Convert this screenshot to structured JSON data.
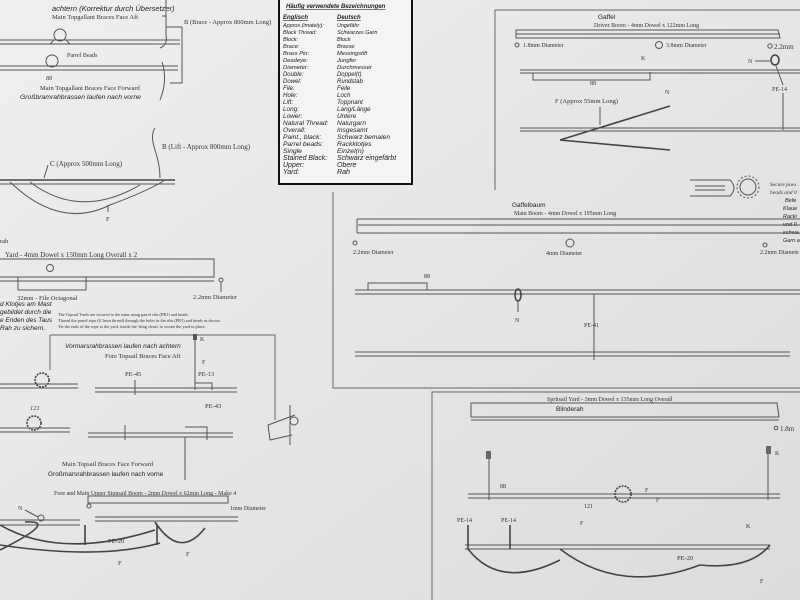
{
  "glossary": {
    "title": "Häufig verwendete Bezeichnungen",
    "col_en": "Englisch",
    "col_de": "Deutsch",
    "rows": [
      {
        "en": "Approx.(imately):",
        "de": "Ungefähr"
      },
      {
        "en": "Black Thread:",
        "de": "Schwarzes Garn"
      },
      {
        "en": "Block:",
        "de": "Block"
      },
      {
        "en": "Brace:",
        "de": "Brasse"
      },
      {
        "en": "Brass Pin:",
        "de": "Messingstift"
      },
      {
        "en": "Deadeye:",
        "de": "Jungfer"
      },
      {
        "en": "Diameter:",
        "de": "Durchmesser"
      },
      {
        "en": "Double:",
        "de": "Doppel(t)"
      },
      {
        "en": "Dowel:",
        "de": "Rundstab"
      },
      {
        "en": "File:",
        "de": "Feile"
      },
      {
        "en": "Hole:",
        "de": "Loch"
      },
      {
        "en": "Lift:",
        "de": "Toppnant"
      },
      {
        "en": "Long:",
        "de": "Lang/Länge"
      },
      {
        "en": "Lower:",
        "de": "Untere"
      },
      {
        "en": "Natural Thread:",
        "de": "Naturgarn"
      },
      {
        "en": "Overall:",
        "de": "Insgesamt"
      },
      {
        "en": "Paint., black:",
        "de": "Schwarz bemalen"
      },
      {
        "en": "Parrel beads:",
        "de": "Rackklotjes"
      },
      {
        "en": "Single",
        "de": "Einzel(n)"
      },
      {
        "en": "Stained Black:",
        "de": "Schwarz eingefärbt"
      },
      {
        "en": "Upper:",
        "de": "Obere"
      },
      {
        "en": "Yard:",
        "de": "Rah"
      }
    ]
  },
  "topgallant": {
    "note_de": "achtern (Korrektur durch Übersetzer)",
    "face_aft": "Main Topgallant Braces Face Aft",
    "brace": "B (Brace - Approx 800mm Long)",
    "parrel_beads": "Parrel Beads",
    "part_88": "88",
    "face_forward": "Main Topgallant Braces Face Forward",
    "face_forward_de": "Großbramrahbrassen laufen nach vorne",
    "lift": "B (Lift - Approx 800mm Long)",
    "c_label": "C (Approx 500mm Long)",
    "f_label": "F"
  },
  "topsail": {
    "name_de": "rah",
    "title": "Yard - 4mm Dowel x 150mm Long Overall x 2",
    "file": "32mm - File Octagonal",
    "diameter": "2.2mm Diameter",
    "note_de": [
      "d Klotjes am Mast",
      "gebildet durch die",
      "e Enden des Taus",
      "Rah zu sichern."
    ],
    "note_en": [
      "The Topsail Yards are secured to the mast using parrel ribs (PR1) and beads.",
      "Thread the parrel rope (0.1mm thread) through the holes in the ribs (PR1) and beads as shown.",
      "Tie the ends of the rope to the yard, inside the 'sling cleats' to secure the yard in place."
    ],
    "k": "K",
    "fore_de": "Vormarsrahbrassen laufen nach achtern",
    "fore_aft": "Fore Topsail Braces Face Aft",
    "f": "F",
    "pe45": "PE-45",
    "pe13": "PE-13",
    "pe43": "PE-43",
    "part_121": "121",
    "main_forward": "Main Topsail Braces Face Forward",
    "main_forward_de": "Großmarsrahbrassen laufen nach vorne"
  },
  "stunsail": {
    "title": "Fore and Main Upper Stunsail Boom - 2mm Dowel x 62mm Long - Make 4",
    "diameter": "1mm Diameter",
    "n": "N",
    "pe20": "PE-20",
    "f1": "F",
    "f2": "F"
  },
  "gaffel": {
    "name_de": "Gaffel",
    "title": "Driver Boom - 4mm Dowel x 122mm Long",
    "d1": "1.8mm Diameter",
    "d2": "3.8mm Diameter",
    "d3": "2.2mm",
    "k": "K",
    "n": "N",
    "part_88": "88",
    "pe14": "PE-14",
    "f_label": "F (Approx 55mm Long)",
    "n2": "N",
    "jaws_en": [
      "Secure jaws",
      "beads and 0"
    ],
    "jaws_de": [
      "Befe",
      "Klaue",
      "Racki",
      "und 0",
      "schwa",
      "Garn a"
    ],
    "d4": "2.2mm Diamete"
  },
  "gaffelbaum": {
    "name_de": "Gaffelbaum",
    "title": "Main Boom - 4mm Dowel x 195mm Long",
    "d1": "2.2mm Diameter",
    "d2": "4mm Diameter",
    "part_88": "88",
    "n": "N",
    "pe41": "PE-41"
  },
  "spritsail": {
    "title": "Spritsail Yard - 3mm Dowel x 135mm Long Overall",
    "name_de": "Blinderah",
    "d1": "1.8m",
    "k1": "K",
    "k2": "K",
    "part_88": "88",
    "f1": "F",
    "f2": "F",
    "f3": "F",
    "part_121": "121",
    "pe14a": "PE-14",
    "pe14b": "PE-14",
    "pe20": "PE-20",
    "f4": "F"
  }
}
